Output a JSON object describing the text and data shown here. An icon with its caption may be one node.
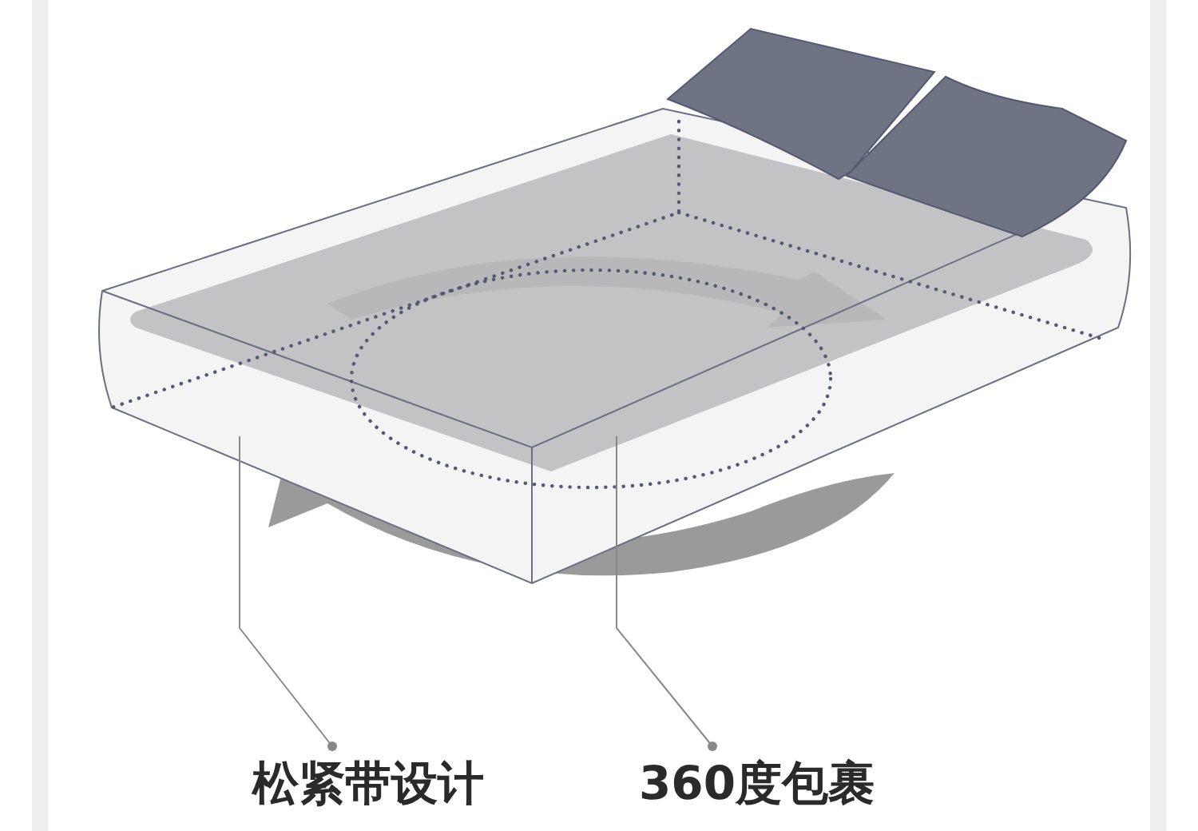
{
  "diagram": {
    "nodes": [
      {
        "text": [
          "松紧带设计"
        ]
      },
      {
        "text": [
          "360度包裹"
        ]
      }
    ],
    "edges": [
      {
        "from": 0,
        "to": null,
        "arrow": "other"
      },
      {
        "from": 1,
        "to": null,
        "arrow": "other"
      }
    ]
  }
}
